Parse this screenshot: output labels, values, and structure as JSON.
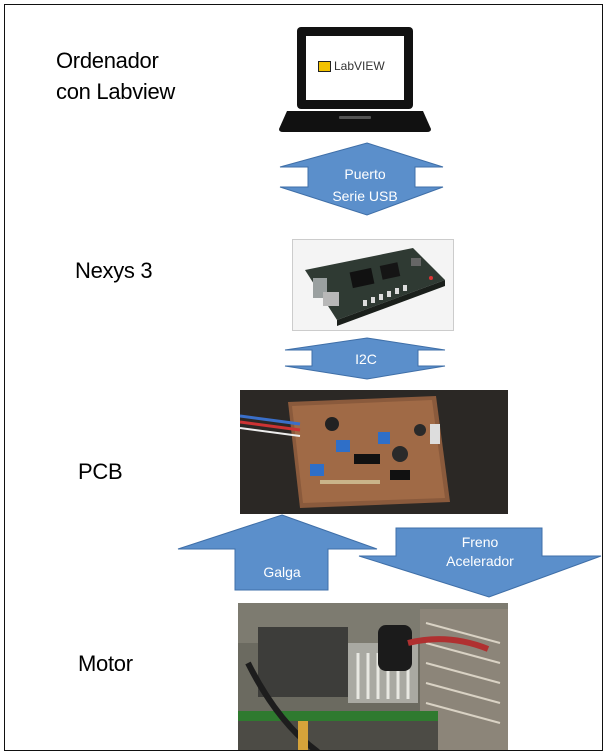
{
  "labels": {
    "computer": "Ordenador\ncon Labview",
    "computer_line1": "Ordenador",
    "computer_line2": "con Labview",
    "nexys": "Nexys 3",
    "pcb": "PCB",
    "motor": "Motor"
  },
  "laptop_screen_text": "LabVIEW",
  "arrows": {
    "usb_line1": "Puerto",
    "usb_line2": "Serie USB",
    "i2c": "I2C",
    "galga": "Galga",
    "control_line1": "Freno",
    "control_line2": "Acelerador"
  },
  "colors": {
    "arrow_fill": "#5b8fcb",
    "arrow_stroke": "#3f6fa8",
    "frame": "#111111"
  }
}
